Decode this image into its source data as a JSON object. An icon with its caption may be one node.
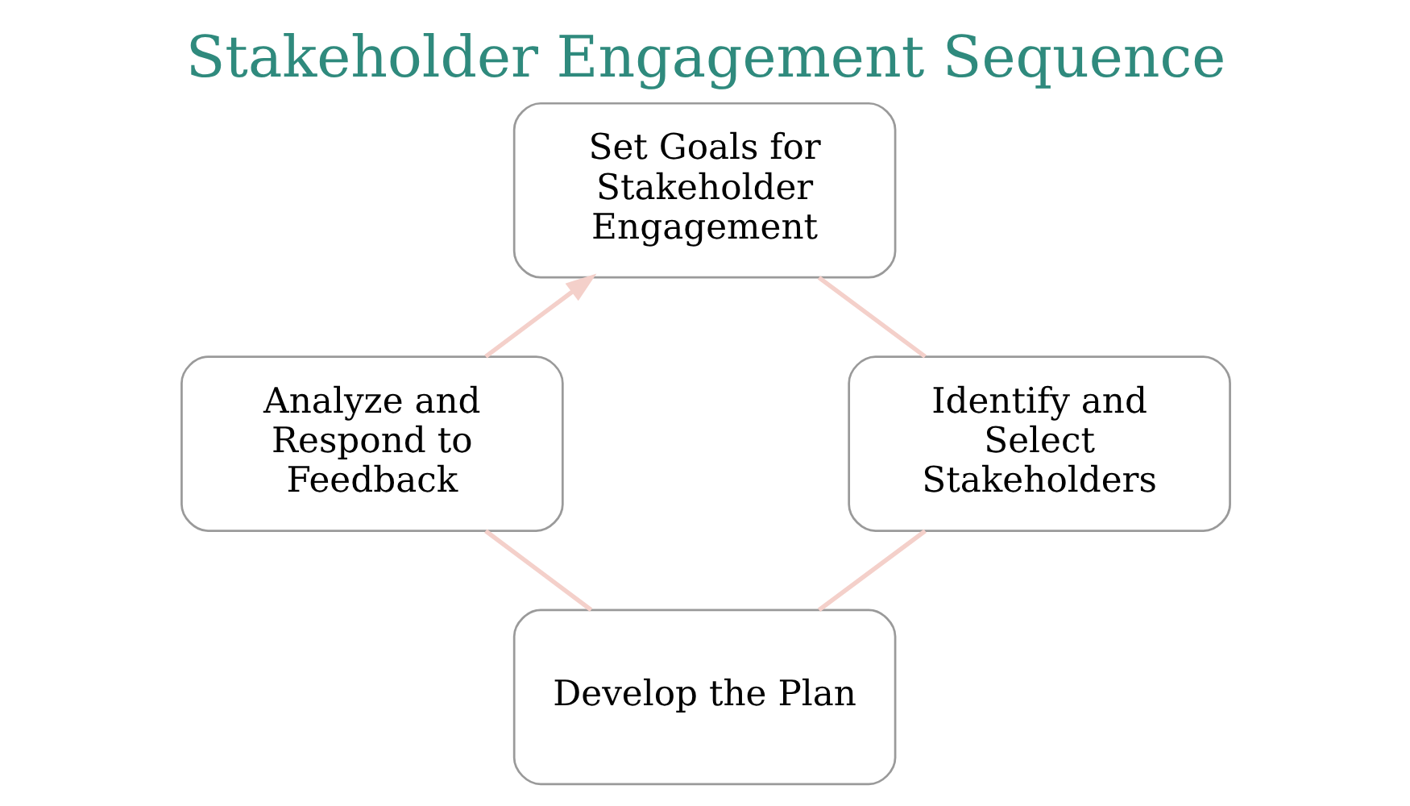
{
  "diagram": {
    "title": "Stakeholder Engagement Sequence",
    "nodes": [
      {
        "text": [
          "Set Goals for Stakeholder Engagement"
        ]
      },
      {
        "text": [
          "Identify and Select Stakeholders"
        ]
      },
      {
        "text": [
          "Develop the Plan"
        ]
      },
      {
        "text": [
          "Analyze and Respond to Feedback"
        ]
      }
    ],
    "edges": [
      {
        "from": 0,
        "to": 1,
        "arrow": "none"
      },
      {
        "from": 1,
        "to": 2,
        "arrow": "none"
      },
      {
        "from": 2,
        "to": 3,
        "arrow": "none"
      },
      {
        "from": 3,
        "to": 0,
        "arrow": "to"
      }
    ]
  }
}
